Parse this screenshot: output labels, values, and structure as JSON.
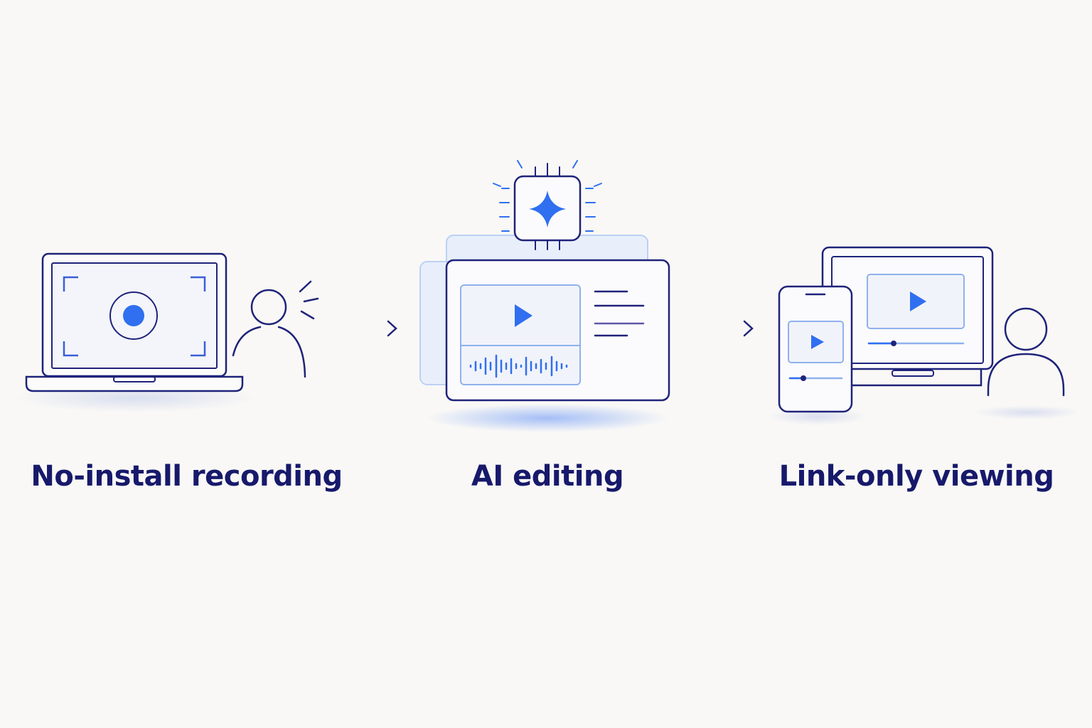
{
  "colors": {
    "background": "#f9f8f6",
    "outline": "#1f237a",
    "accent": "#2f6ff0",
    "accent_light": "#b8cdf3",
    "label": "#17196b"
  },
  "steps": [
    {
      "label": "No-install recording",
      "icon": "laptop-record-icon"
    },
    {
      "label": "AI editing",
      "icon": "ai-video-editor-icon"
    },
    {
      "label": "Link-only viewing",
      "icon": "multi-device-viewing-icon"
    }
  ],
  "connectors": [
    "arrow-right-icon",
    "arrow-right-icon"
  ]
}
